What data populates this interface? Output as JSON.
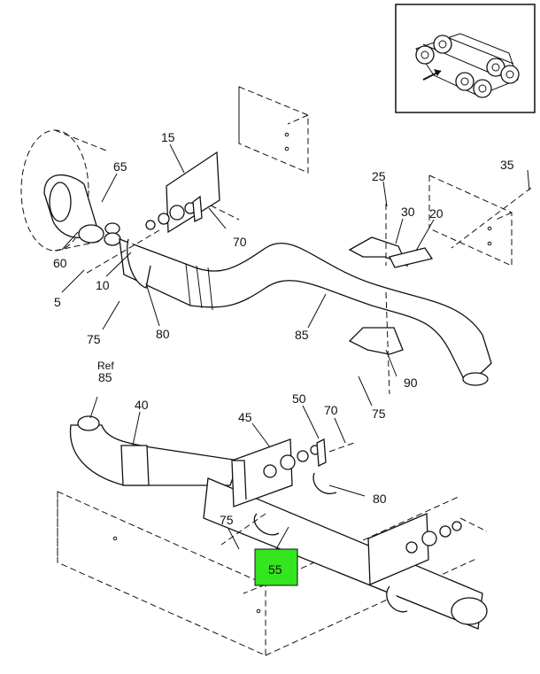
{
  "callouts": {
    "c15": "15",
    "c65": "65",
    "c60": "60",
    "c70a": "70",
    "c10": "10",
    "c5": "5",
    "c75a": "75",
    "c80a": "80",
    "c85": "85",
    "c25": "25",
    "c30": "30",
    "c20": "20",
    "c35": "35",
    "c90": "90",
    "c75b": "75",
    "ref": "Ref",
    "c85ref": "85",
    "c40": "40",
    "c45": "45",
    "c50": "50",
    "c70b": "70",
    "c80b": "80",
    "c75c": "75",
    "c55": "55"
  },
  "colors": {
    "highlight": "#33e61f",
    "line": "#111111"
  }
}
